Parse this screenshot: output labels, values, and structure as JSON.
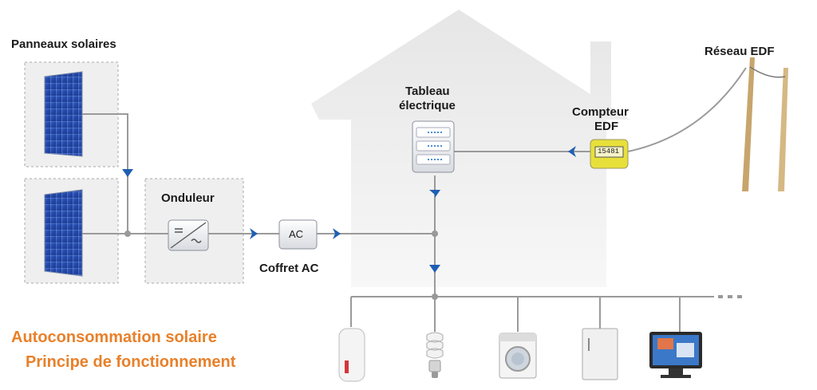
{
  "labels": {
    "panels": "Panneaux solaires",
    "inverter": "Onduleur",
    "tableau_line1": "Tableau",
    "tableau_line2": "électrique",
    "meter_line1": "Compteur",
    "meter_line2": "EDF",
    "grid": "Réseau EDF",
    "coffret": "Coffret AC",
    "ac_box": "AC",
    "meter_reading": "15481"
  },
  "title": {
    "line1": "Autoconsommation solaire",
    "line2": "Principe de fonctionnement"
  },
  "colors": {
    "accent": "#e8802a",
    "arrow": "#1f5fb4",
    "wire": "#9a9a9a",
    "house": "#e4e4e4",
    "meter": "#e8e03a"
  },
  "appliances": [
    "water-heater",
    "light-bulb",
    "washing-machine",
    "refrigerator",
    "television"
  ]
}
